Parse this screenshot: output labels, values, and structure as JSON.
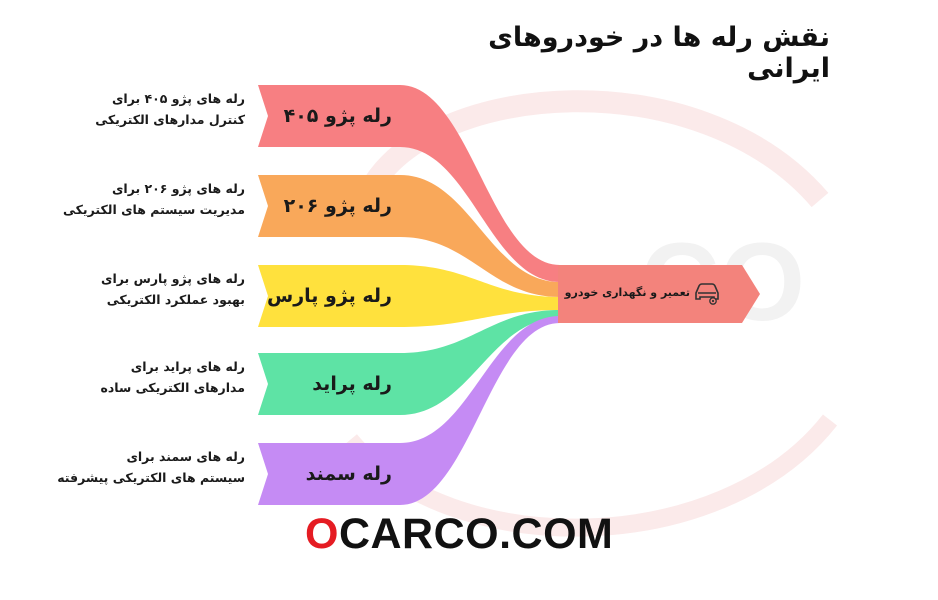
{
  "title": "نقش رله ها در خودروهای ایرانی",
  "colors": {
    "red": "#f77f82",
    "orange": "#f9a85a",
    "yellow": "#ffe13d",
    "green": "#5ee3a5",
    "purple": "#c58bf4",
    "output": "#f3837c",
    "brand_accent": "#e51c23",
    "text": "#1a1a1a"
  },
  "bands": [
    {
      "label": "رله پژو ۴۰۵",
      "description": [
        "رله های پژو ۴۰۵ برای",
        "کنترل مدارهای الکتریکی"
      ],
      "color": "#f77f82"
    },
    {
      "label": "رله پژو ۲۰۶",
      "description": [
        "رله های پژو ۲۰۶ برای",
        "مدیریت سیستم های الکتریکی"
      ],
      "color": "#f9a85a"
    },
    {
      "label": "رله پژو پارس",
      "description": [
        "رله های پژو پارس برای",
        "بهبود عملکرد الکتریکی"
      ],
      "color": "#ffe13d"
    },
    {
      "label": "رله پراید",
      "description": [
        "رله های پراید برای",
        "مدارهای الکتریکی ساده"
      ],
      "color": "#5ee3a5"
    },
    {
      "label": "رله سمند",
      "description": [
        "رله های سمند برای",
        "سیستم های الکتریکی پیشرفته"
      ],
      "color": "#c58bf4"
    }
  ],
  "output": {
    "label": "تعمیر و نگهداری خودرو",
    "icon": "car-repair-icon"
  },
  "brand": {
    "first_letter": "O",
    "rest": "CARCO.COM"
  }
}
